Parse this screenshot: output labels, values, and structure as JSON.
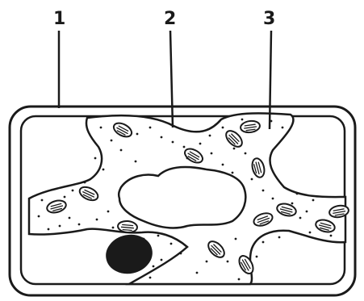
{
  "diagram": {
    "labels": [
      {
        "id": "1",
        "text": "1"
      },
      {
        "id": "2",
        "text": "2"
      },
      {
        "id": "3",
        "text": "3"
      }
    ]
  }
}
